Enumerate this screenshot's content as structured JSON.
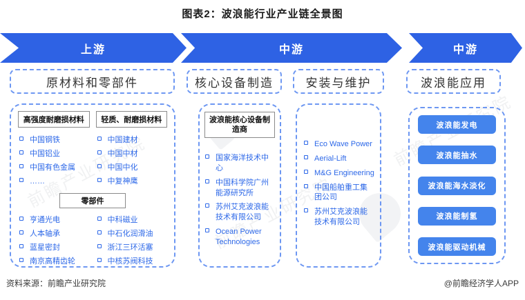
{
  "title": "图表2：波浪能行业产业链全景图",
  "banners": [
    {
      "label": "上游"
    },
    {
      "label": "中游"
    },
    {
      "label": "中游"
    }
  ],
  "columns": [
    {
      "header": "原材料和零部件",
      "material_groups": [
        {
          "title": "高强度耐磨损材料",
          "items": [
            "中国钢铁",
            "中国铝业",
            "中国有色金属",
            "……"
          ]
        },
        {
          "title": "轻质、耐磨损材料",
          "items": [
            "中国建材",
            "中国中材",
            "中国中化",
            "中复神鹰"
          ]
        }
      ],
      "parts_title": "零部件",
      "parts_groups": [
        [
          "亨通光电",
          "人本轴承",
          "蓝星密封",
          "南京高精齿轮"
        ],
        [
          "中科磁业",
          "中石化润滑油",
          "浙江三环活塞",
          "中核苏阀科技"
        ]
      ]
    },
    {
      "header": "核心设备制造",
      "box_title": "波浪能核心设备制造商",
      "items": [
        "国家海洋技术中心",
        "中国科学院广州能源研究所",
        "苏州艾克波浪能技术有限公司",
        "Ocean Power Technologies"
      ]
    },
    {
      "header": "安装与维护",
      "items": [
        "Eco Wave Power",
        "Aerial-Lift",
        "M&G Engineering",
        "中国船舶重工集团公司",
        "苏州艾克波浪能技术有限公司"
      ]
    },
    {
      "header": "波浪能应用",
      "buttons": [
        "波浪能发电",
        "波浪能抽水",
        "波浪能海水淡化",
        "波浪能制氢",
        "波浪能驱动机械"
      ]
    }
  ],
  "footer": {
    "source": "资料来源：前瞻产业研究院",
    "credit": "@前瞻经济学人APP"
  },
  "watermarks": [
    "前瞻产业研究院",
    "前瞻产业研究院",
    "前瞻产业研究院"
  ],
  "colors": {
    "banner_blue": "#2e62e4",
    "button_blue": "#4484ec",
    "dashed_border": "#6d97f2",
    "item_text": "#2d68e8"
  }
}
